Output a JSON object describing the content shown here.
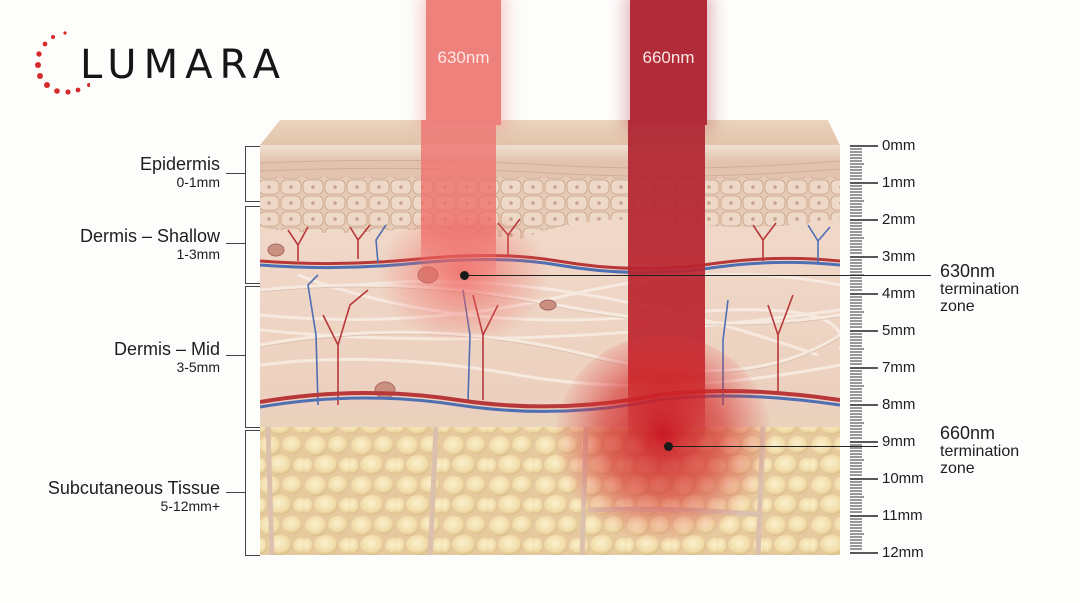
{
  "brand": {
    "name": "LUMARA",
    "accent_color": "#d62b2b"
  },
  "beams": [
    {
      "wavelength": "630nm",
      "color": "#ee7a76",
      "termination_depth_mm": 3.5
    },
    {
      "wavelength": "660nm",
      "color": "#b12a36",
      "termination_depth_mm": 9
    }
  ],
  "layers": [
    {
      "name": "Epidermis",
      "range": "0-1mm"
    },
    {
      "name": "Dermis – Shallow",
      "range": "1-3mm"
    },
    {
      "name": "Dermis – Mid",
      "range": "3-5mm"
    },
    {
      "name": "Subcutaneous Tissue",
      "range": "5-12mm+"
    }
  ],
  "scale": {
    "labels": [
      "0mm",
      "1mm",
      "2mm",
      "3mm",
      "4mm",
      "5mm",
      "7mm",
      "8mm",
      "9mm",
      "10mm",
      "11mm",
      "12mm"
    ]
  },
  "annotations": [
    {
      "title": "630nm",
      "line2": "termination",
      "line3": "zone"
    },
    {
      "title": "660nm",
      "line2": "termination",
      "line3": "zone"
    }
  ]
}
